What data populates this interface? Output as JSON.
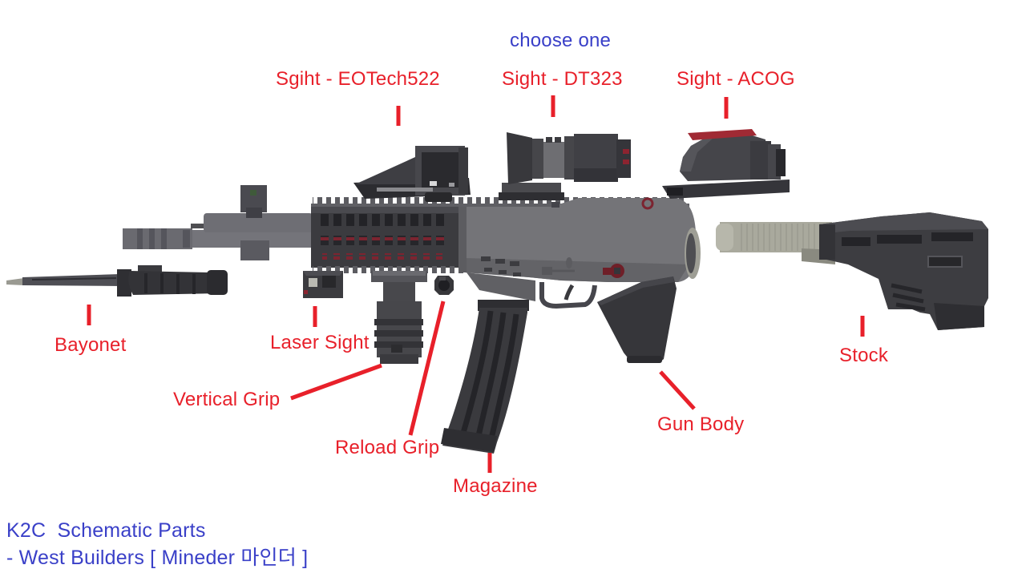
{
  "colors": {
    "label_red": "#e8202a",
    "label_blue": "#3a40c8",
    "background": "#ffffff",
    "gun_dark": "#3a3a3e",
    "gun_mid": "#747478",
    "buffer_tube": "#a9a99d",
    "red_accent": "#7c2430"
  },
  "header": {
    "choose_one": "choose one"
  },
  "part_labels": {
    "sight_eotech": "Sgiht - EOTech522",
    "sight_dt323": "Sight - DT323",
    "sight_acog": "Sight - ACOG",
    "bayonet": "Bayonet",
    "laser_sight": "Laser Sight",
    "vertical_grip": "Vertical Grip",
    "reload_grip": "Reload Grip",
    "magazine": "Magazine",
    "gun_body": "Gun Body",
    "stock": "Stock"
  },
  "footer": {
    "title": "K2C  Schematic Parts",
    "subtitle": "- West Builders [ Mineder 마인더 ]"
  }
}
